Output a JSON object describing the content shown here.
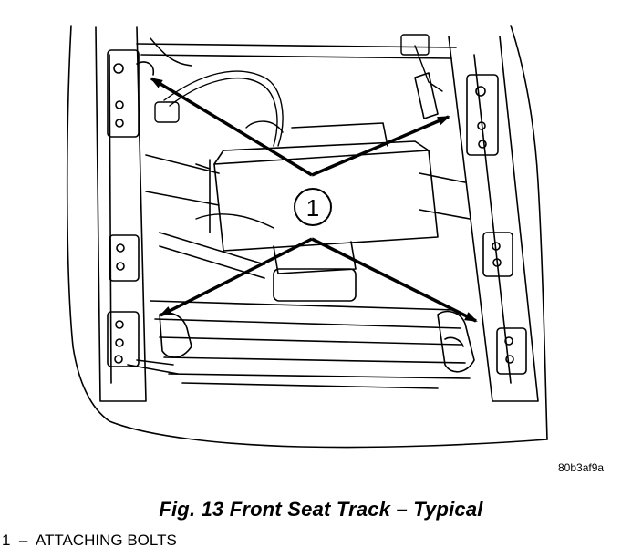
{
  "figure": {
    "image_code": "80b3af9a",
    "caption": "Fig. 13 Front Seat Track – Typical"
  },
  "callouts": [
    {
      "number": "1",
      "label": "ATTACHING BOLTS"
    }
  ],
  "legend": {
    "number": "1",
    "separator": "–",
    "text": "ATTACHING BOLTS"
  },
  "colors": {
    "ink": "#000000",
    "paper": "#ffffff"
  }
}
